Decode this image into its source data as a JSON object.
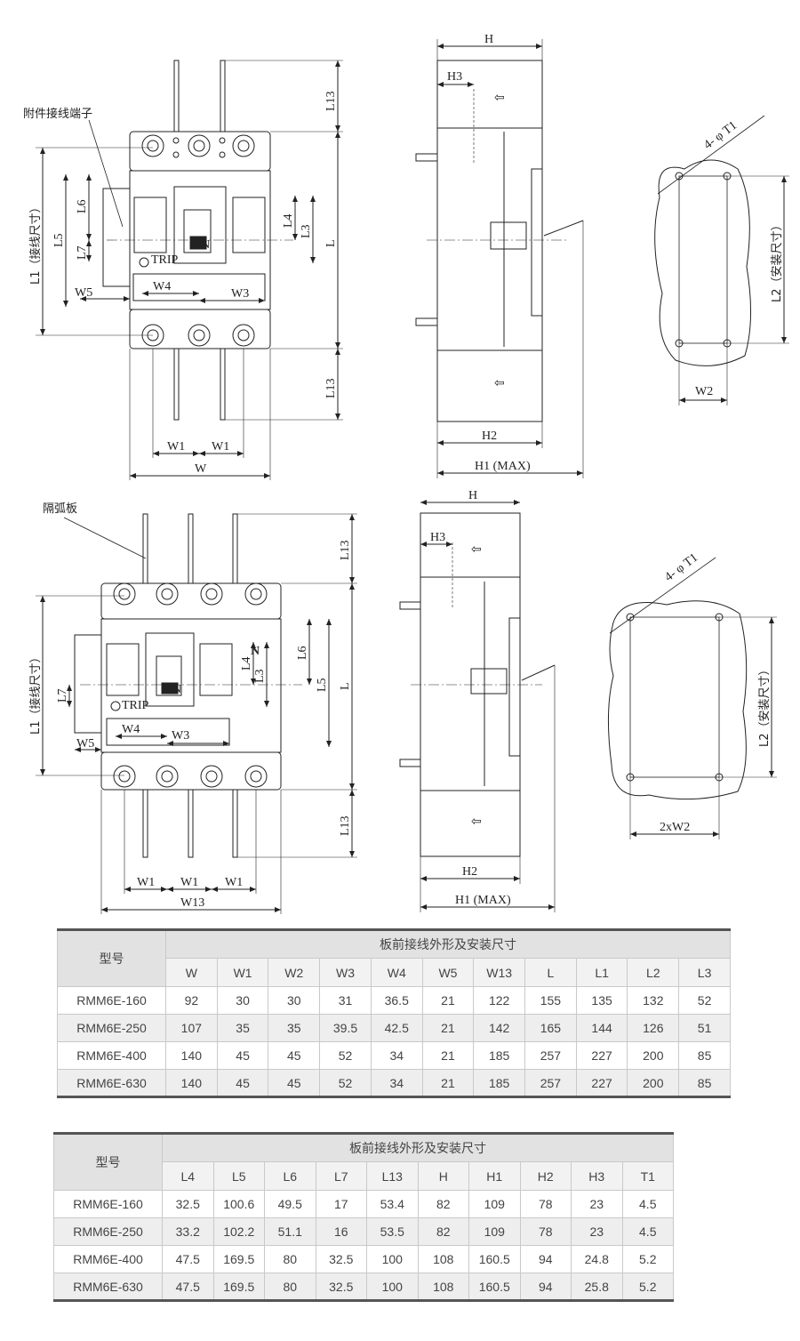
{
  "diagram": {
    "labels": {
      "accessory_terminal": "附件接线端子",
      "arc_barrier": "隔弧板",
      "L1_wiring": "L1（接线尺寸）",
      "L2_mount": "L2（安装尺寸）",
      "L13": "L13",
      "L": "L",
      "L3": "L3",
      "L4": "L4",
      "L5": "L5",
      "L6": "L6",
      "L7": "L7",
      "W": "W",
      "W1": "W1",
      "W2": "W2",
      "W3": "W3",
      "W4": "W4",
      "W5": "W5",
      "W13": "W13",
      "H": "H",
      "H1": "H1 (MAX)",
      "H2": "H2",
      "H3": "H3",
      "hole_spec": "4- φ T1",
      "double_W2": "2xW2",
      "trip": "TRIP",
      "on": "ON",
      "neutral": "N"
    }
  },
  "table1": {
    "group_header": "板前接线外形及安装尺寸",
    "model_header": "型号",
    "columns": [
      "W",
      "W1",
      "W2",
      "W3",
      "W4",
      "W5",
      "W13",
      "L",
      "L1",
      "L2",
      "L3"
    ],
    "rows": [
      {
        "model": "RMM6E-160",
        "values": [
          "92",
          "30",
          "30",
          "31",
          "36.5",
          "21",
          "122",
          "155",
          "135",
          "132",
          "52"
        ]
      },
      {
        "model": "RMM6E-250",
        "values": [
          "107",
          "35",
          "35",
          "39.5",
          "42.5",
          "21",
          "142",
          "165",
          "144",
          "126",
          "51"
        ]
      },
      {
        "model": "RMM6E-400",
        "values": [
          "140",
          "45",
          "45",
          "52",
          "34",
          "21",
          "185",
          "257",
          "227",
          "200",
          "85"
        ]
      },
      {
        "model": "RMM6E-630",
        "values": [
          "140",
          "45",
          "45",
          "52",
          "34",
          "21",
          "185",
          "257",
          "227",
          "200",
          "85"
        ]
      }
    ]
  },
  "table2": {
    "group_header": "板前接线外形及安装尺寸",
    "model_header": "型号",
    "columns": [
      "L4",
      "L5",
      "L6",
      "L7",
      "L13",
      "H",
      "H1",
      "H2",
      "H3",
      "T1"
    ],
    "rows": [
      {
        "model": "RMM6E-160",
        "values": [
          "32.5",
          "100.6",
          "49.5",
          "17",
          "53.4",
          "82",
          "109",
          "78",
          "23",
          "4.5"
        ]
      },
      {
        "model": "RMM6E-250",
        "values": [
          "33.2",
          "102.2",
          "51.1",
          "16",
          "53.5",
          "82",
          "109",
          "78",
          "23",
          "4.5"
        ]
      },
      {
        "model": "RMM6E-400",
        "values": [
          "47.5",
          "169.5",
          "80",
          "32.5",
          "100",
          "108",
          "160.5",
          "94",
          "24.8",
          "5.2"
        ]
      },
      {
        "model": "RMM6E-630",
        "values": [
          "47.5",
          "169.5",
          "80",
          "32.5",
          "100",
          "108",
          "160.5",
          "94",
          "25.8",
          "5.2"
        ]
      }
    ]
  }
}
